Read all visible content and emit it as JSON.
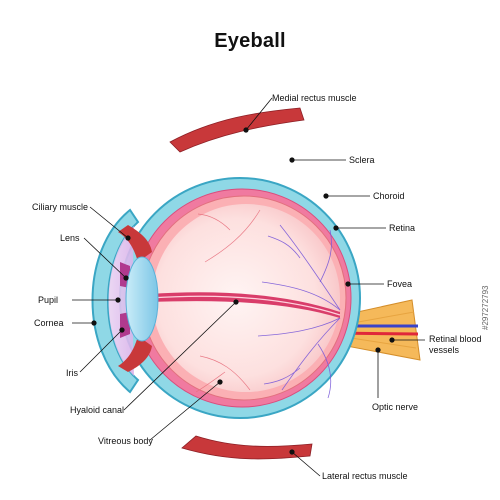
{
  "title": "Eyeball",
  "labels": {
    "medial_rectus": "Medial rectus muscle",
    "sclera": "Sclera",
    "choroid": "Choroid",
    "retina": "Retina",
    "fovea": "Fovea",
    "retinal_vessels_line1": "Retinal blood",
    "retinal_vessels_line2": "vessels",
    "optic_nerve": "Optic nerve",
    "lateral_rectus": "Lateral rectus muscle",
    "ciliary_muscle": "Ciliary muscle",
    "lens": "Lens",
    "pupil": "Pupil",
    "cornea": "Cornea",
    "iris": "Iris",
    "hyaloid_canal": "Hyaloid canal",
    "vitreous_body": "Vitreous body"
  },
  "side_text": "#297272793",
  "colors": {
    "sclera": "#8fd8e6",
    "sclera_edge": "#3aa6c4",
    "choroid": "#f07aa0",
    "retina": "#fbb0b4",
    "vitreous": "#fde2e2",
    "muscle": "#c8383a",
    "nerve": "#f5b95a",
    "lens": "#9fd6ef",
    "iris": "#b03a8e",
    "vessel_blue": "#3a43c9",
    "vessel_red": "#e0283a"
  }
}
